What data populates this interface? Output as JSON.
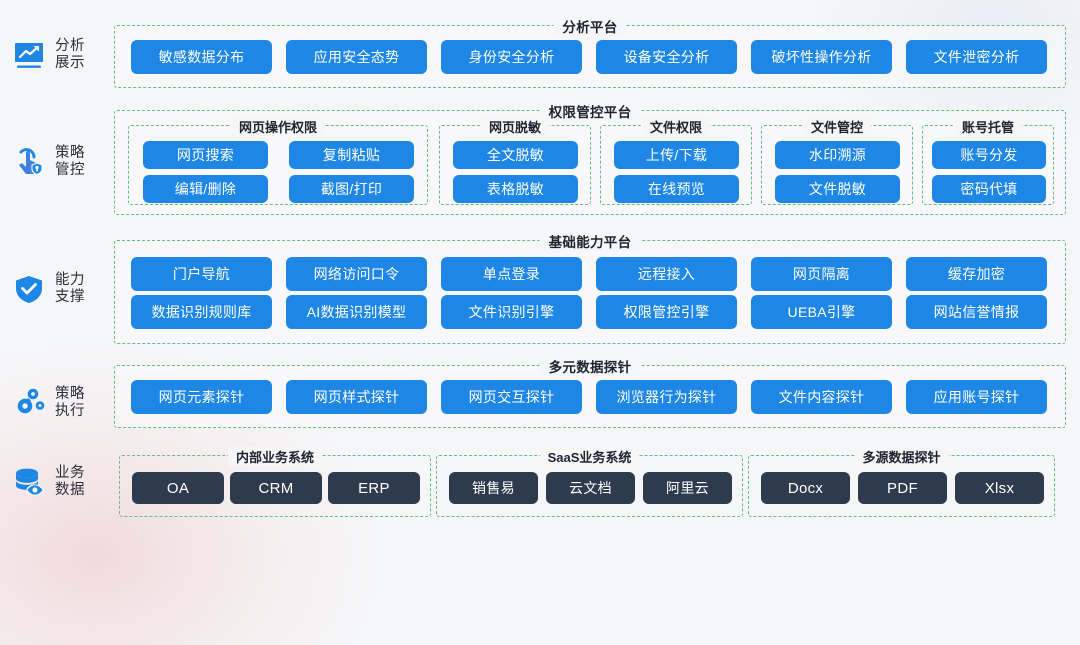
{
  "meta": {
    "accent_blue": "#1e87e5",
    "dark_navy": "#2e3b4e",
    "dashed_green": "#63c07a",
    "background": "#f5f6f8"
  },
  "rail": {
    "items": [
      {
        "icon": "analytics-chart-icon",
        "label": "分析\n展示"
      },
      {
        "icon": "policy-control-hand-shield-icon",
        "label": "策略\n管控"
      },
      {
        "icon": "capability-shield-check-icon",
        "label": "能力\n支撑"
      },
      {
        "icon": "policy-execution-gears-icon",
        "label": "策略\n执行"
      },
      {
        "icon": "business-data-database-eye-icon",
        "label": "业务\n数据"
      }
    ]
  },
  "sections": {
    "analysis": {
      "title": "分析平台",
      "chips": [
        "敏感数据分布",
        "应用安全态势",
        "身份安全分析",
        "设备安全分析",
        "破坏性操作分析",
        "文件泄密分析"
      ]
    },
    "permission": {
      "title": "权限管控平台",
      "groups": [
        {
          "title": "网页操作权限",
          "chips": [
            "网页搜索",
            "复制粘贴",
            "编辑/删除",
            "截图/打印"
          ]
        },
        {
          "title": "网页脱敏",
          "chips": [
            "全文脱敏",
            "表格脱敏"
          ]
        },
        {
          "title": "文件权限",
          "chips": [
            "上传/下载",
            "在线预览"
          ]
        },
        {
          "title": "文件管控",
          "chips": [
            "水印溯源",
            "文件脱敏"
          ]
        },
        {
          "title": "账号托管",
          "chips": [
            "账号分发",
            "密码代填"
          ]
        }
      ]
    },
    "capability": {
      "title": "基础能力平台",
      "chips": [
        "门户导航",
        "网络访问口令",
        "单点登录",
        "远程接入",
        "网页隔离",
        "缓存加密",
        "数据识别规则库",
        "AI数据识别模型",
        "文件识别引擎",
        "权限管控引擎",
        "UEBA引擎",
        "网站信誉情报"
      ]
    },
    "probe": {
      "title": "多元数据探针",
      "chips": [
        "网页元素探针",
        "网页样式探针",
        "网页交互探针",
        "浏览器行为探针",
        "文件内容探针",
        "应用账号探针"
      ]
    },
    "business": {
      "groups": [
        {
          "title": "内部业务系统",
          "chips": [
            "OA",
            "CRM",
            "ERP"
          ]
        },
        {
          "title": "SaaS业务系统",
          "chips": [
            "销售易",
            "云文档",
            "阿里云"
          ]
        },
        {
          "title": "多源数据探针",
          "chips": [
            "Docx",
            "PDF",
            "Xlsx"
          ]
        }
      ]
    }
  }
}
